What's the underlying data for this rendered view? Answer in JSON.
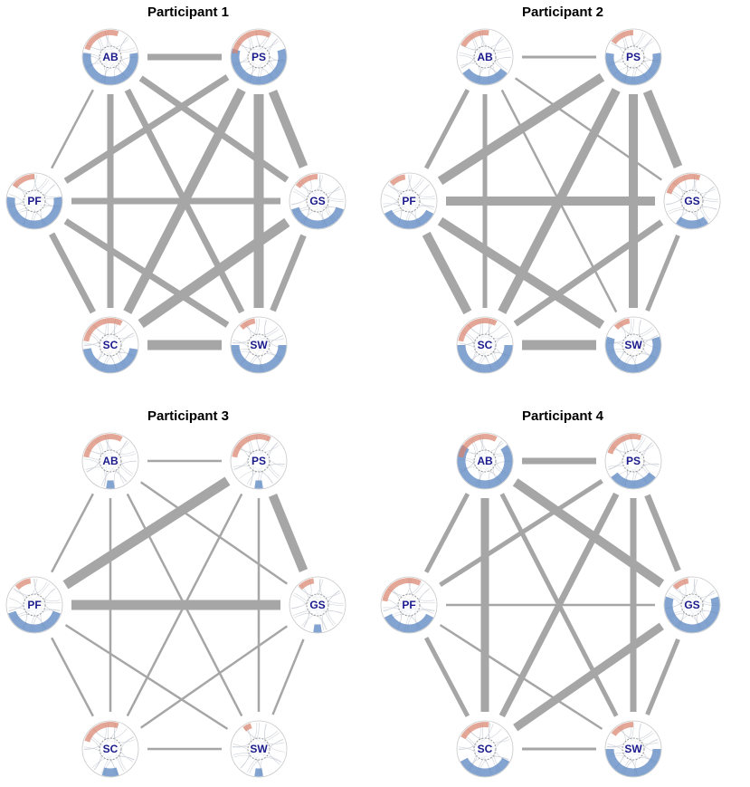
{
  "colors": {
    "edge": "#a6a6a6",
    "positive": "#d9826b",
    "negative": "#5a86c0",
    "node_label": "#1a1a8c",
    "ring": "#9a9a9a"
  },
  "node_order": [
    "AB",
    "PS",
    "PF",
    "GS",
    "SC",
    "SW"
  ],
  "panels": [
    {
      "title": "Participant 1",
      "nodes": [
        {
          "label": "AB",
          "red": 0.25,
          "blue": 0.55
        },
        {
          "label": "PS",
          "red": 0.3,
          "blue": 0.6
        },
        {
          "label": "PF",
          "red": 0.15,
          "blue": 0.55
        },
        {
          "label": "GS",
          "red": 0.15,
          "blue": 0.4
        },
        {
          "label": "SC",
          "red": 0.3,
          "blue": 0.45
        },
        {
          "label": "SW",
          "red": 0.1,
          "blue": 0.5
        }
      ],
      "edges": [
        {
          "from": "AB",
          "to": "PS",
          "weight": 0.6
        },
        {
          "from": "AB",
          "to": "PF",
          "weight": 0.15
        },
        {
          "from": "AB",
          "to": "GS",
          "weight": 0.6
        },
        {
          "from": "AB",
          "to": "SC",
          "weight": 0.6
        },
        {
          "from": "AB",
          "to": "SW",
          "weight": 0.6
        },
        {
          "from": "PS",
          "to": "PF",
          "weight": 0.6
        },
        {
          "from": "PS",
          "to": "GS",
          "weight": 0.9
        },
        {
          "from": "PS",
          "to": "SC",
          "weight": 0.9
        },
        {
          "from": "PS",
          "to": "SW",
          "weight": 1.0
        },
        {
          "from": "PF",
          "to": "GS",
          "weight": 0.6
        },
        {
          "from": "PF",
          "to": "SC",
          "weight": 0.6
        },
        {
          "from": "PF",
          "to": "SW",
          "weight": 0.6
        },
        {
          "from": "GS",
          "to": "SC",
          "weight": 1.0
        },
        {
          "from": "GS",
          "to": "SW",
          "weight": 0.6
        },
        {
          "from": "SC",
          "to": "SW",
          "weight": 1.0
        }
      ]
    },
    {
      "title": "Participant 2",
      "nodes": [
        {
          "label": "AB",
          "red": 0.2,
          "blue": 0.3
        },
        {
          "label": "PS",
          "red": 0.15,
          "blue": 0.55
        },
        {
          "label": "PF",
          "red": 0.1,
          "blue": 0.35
        },
        {
          "label": "GS",
          "red": 0.25,
          "blue": 0.2
        },
        {
          "label": "SC",
          "red": 0.3,
          "blue": 0.5
        },
        {
          "label": "SW",
          "red": 0.1,
          "blue": 0.6
        }
      ],
      "edges": [
        {
          "from": "AB",
          "to": "PS",
          "weight": 0.2
        },
        {
          "from": "AB",
          "to": "PF",
          "weight": 0.4
        },
        {
          "from": "AB",
          "to": "GS",
          "weight": 0.15
        },
        {
          "from": "AB",
          "to": "SC",
          "weight": 0.4
        },
        {
          "from": "AB",
          "to": "SW",
          "weight": 0.15
        },
        {
          "from": "PS",
          "to": "PF",
          "weight": 0.9
        },
        {
          "from": "PS",
          "to": "GS",
          "weight": 0.9
        },
        {
          "from": "PS",
          "to": "SC",
          "weight": 0.9
        },
        {
          "from": "PS",
          "to": "SW",
          "weight": 0.9
        },
        {
          "from": "PF",
          "to": "GS",
          "weight": 0.9
        },
        {
          "from": "PF",
          "to": "SC",
          "weight": 0.9
        },
        {
          "from": "PF",
          "to": "SW",
          "weight": 0.9
        },
        {
          "from": "GS",
          "to": "SC",
          "weight": 0.6
        },
        {
          "from": "GS",
          "to": "SW",
          "weight": 0.4
        },
        {
          "from": "SC",
          "to": "SW",
          "weight": 1.0
        }
      ]
    },
    {
      "title": "Participant 3",
      "nodes": [
        {
          "label": "AB",
          "red": 0.3,
          "blue": 0.05
        },
        {
          "label": "PS",
          "red": 0.3,
          "blue": 0.05
        },
        {
          "label": "PF",
          "red": 0.1,
          "blue": 0.4
        },
        {
          "label": "GS",
          "red": 0.1,
          "blue": 0.05
        },
        {
          "label": "SC",
          "red": 0.25,
          "blue": 0.1
        },
        {
          "label": "SW",
          "red": 0.05,
          "blue": 0.05
        }
      ],
      "edges": [
        {
          "from": "AB",
          "to": "PS",
          "weight": 0.15
        },
        {
          "from": "AB",
          "to": "PF",
          "weight": 0.15
        },
        {
          "from": "AB",
          "to": "GS",
          "weight": 0.15
        },
        {
          "from": "AB",
          "to": "SC",
          "weight": 0.15
        },
        {
          "from": "AB",
          "to": "SW",
          "weight": 0.15
        },
        {
          "from": "PS",
          "to": "PF",
          "weight": 1.0
        },
        {
          "from": "PS",
          "to": "GS",
          "weight": 0.9
        },
        {
          "from": "PS",
          "to": "SC",
          "weight": 0.15
        },
        {
          "from": "PS",
          "to": "SW",
          "weight": 0.15
        },
        {
          "from": "PF",
          "to": "GS",
          "weight": 1.0
        },
        {
          "from": "PF",
          "to": "SC",
          "weight": 0.15
        },
        {
          "from": "PF",
          "to": "SW",
          "weight": 0.15
        },
        {
          "from": "GS",
          "to": "SC",
          "weight": 0.15
        },
        {
          "from": "GS",
          "to": "SW",
          "weight": 0.15
        },
        {
          "from": "SC",
          "to": "SW",
          "weight": 0.15
        }
      ]
    },
    {
      "title": "Participant 4",
      "nodes": [
        {
          "label": "AB",
          "red": 0.3,
          "blue": 0.7
        },
        {
          "label": "PS",
          "red": 0.25,
          "blue": 0.3
        },
        {
          "label": "PF",
          "red": 0.3,
          "blue": 0.35
        },
        {
          "label": "GS",
          "red": 0.1,
          "blue": 0.6
        },
        {
          "label": "SC",
          "red": 0.2,
          "blue": 0.35
        },
        {
          "label": "SW",
          "red": 0.15,
          "blue": 0.5
        }
      ],
      "edges": [
        {
          "from": "AB",
          "to": "PS",
          "weight": 0.6
        },
        {
          "from": "AB",
          "to": "PF",
          "weight": 0.4
        },
        {
          "from": "AB",
          "to": "GS",
          "weight": 0.9
        },
        {
          "from": "AB",
          "to": "SC",
          "weight": 0.8
        },
        {
          "from": "AB",
          "to": "SW",
          "weight": 0.4
        },
        {
          "from": "PS",
          "to": "PF",
          "weight": 0.4
        },
        {
          "from": "PS",
          "to": "GS",
          "weight": 0.6
        },
        {
          "from": "PS",
          "to": "SC",
          "weight": 0.6
        },
        {
          "from": "PS",
          "to": "SW",
          "weight": 0.6
        },
        {
          "from": "PF",
          "to": "GS",
          "weight": 0.15
        },
        {
          "from": "PF",
          "to": "SC",
          "weight": 0.4
        },
        {
          "from": "PF",
          "to": "SW",
          "weight": 0.15
        },
        {
          "from": "GS",
          "to": "SC",
          "weight": 0.8
        },
        {
          "from": "GS",
          "to": "SW",
          "weight": 0.4
        },
        {
          "from": "SC",
          "to": "SW",
          "weight": 0.2
        }
      ]
    }
  ]
}
